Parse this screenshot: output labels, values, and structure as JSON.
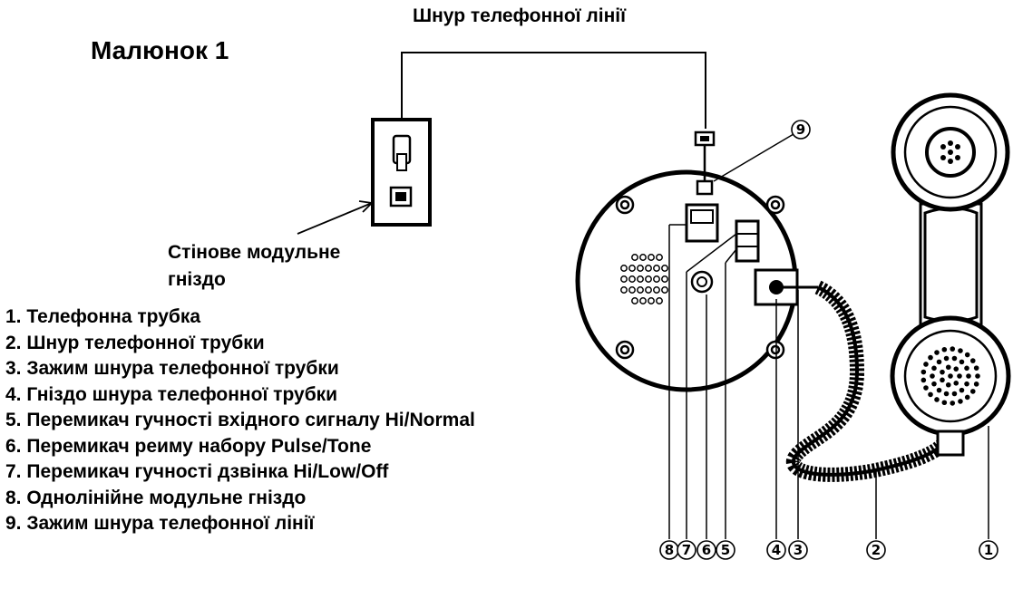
{
  "figure": {
    "title": "Малюнок 1",
    "line_cord_label": "Шнур телефонної лінії",
    "wall_jack_label": "Стінове модульне гніздо"
  },
  "legend": [
    "1. Телефонна трубка",
    "2. Шнур телефонної трубки",
    "3. Зажим шнура телефонної трубки",
    "4. Гніздо шнура телефонної трубки",
    "5. Перемикач гучності вхідного сигналу Hi/Normal",
    "6. Перемикач реиму набору Pulse/Tone",
    "7. Перемикач гучності дзвінка Hi/Low/Off",
    "8. Однолінійне модульне гніздо",
    "9. Зажим шнура телефонної лінії"
  ],
  "callouts": [
    "8",
    "7",
    "6",
    "5",
    "4",
    "3",
    "2",
    "1",
    "9"
  ]
}
